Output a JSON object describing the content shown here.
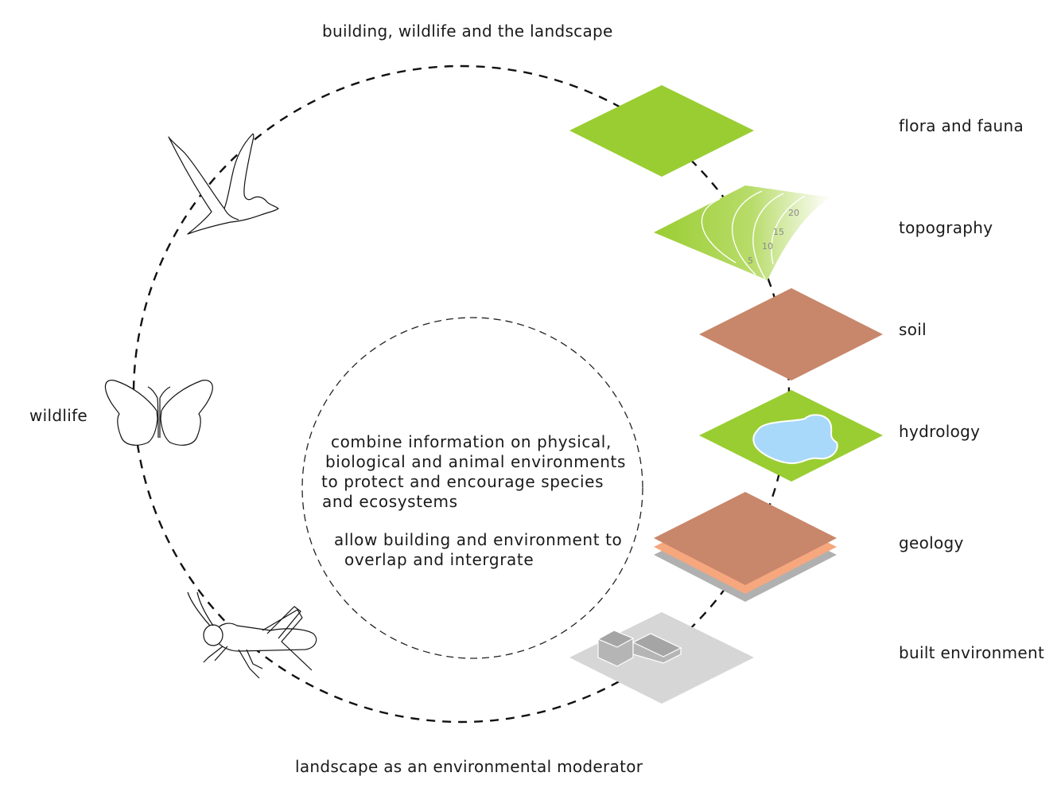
{
  "title_top": "building, wildlife and the landscape",
  "title_bottom": "landscape as an environmental moderator",
  "left_label": "wildlife",
  "center_text": {
    "paragraph1": [
      "combine information on physical,",
      "biological and animal environments",
      "to protect and encourage species",
      "and ecosystems"
    ],
    "paragraph2": [
      "allow building and environment to",
      "overlap and intergrate"
    ]
  },
  "layers": [
    {
      "label": "flora and fauna",
      "color": "#9acd32"
    },
    {
      "label": "topography",
      "color": "#9acd32"
    },
    {
      "label": "soil",
      "color": "#c8866a"
    },
    {
      "label": "hydrology",
      "color": "#9acd32"
    },
    {
      "label": "geology",
      "color": "#c8866a"
    },
    {
      "label": "built environment",
      "color": "#d6d6d6"
    }
  ],
  "contour_labels": [
    "20",
    "15",
    "10",
    "5"
  ],
  "icons": [
    "bird-icon",
    "butterfly-icon",
    "grasshopper-icon"
  ],
  "colors": {
    "green": "#9acd32",
    "soil": "#c8866a",
    "water": "#a8d8fa",
    "orange_layer": "#f6a77e",
    "grey_layer": "#b0b0b0",
    "built_ground": "#d6d6d6",
    "building": "#b5b5b5"
  }
}
